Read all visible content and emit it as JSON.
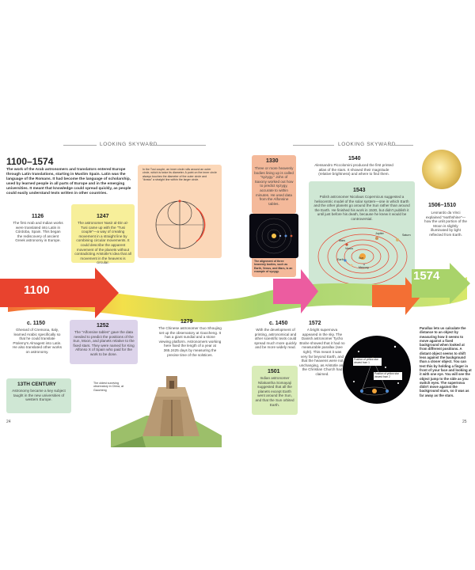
{
  "header": {
    "left": "LOOKING SKYWARD",
    "right": "LOOKING SKYWARD"
  },
  "title": "1100–1574",
  "intro": "The work of the Arab astronomers and translators entered Europe through Latin translations, starting in Muslim Spain. Latin was the language of the Romans. It had become the language of scholarship, used by learned people in all parts of Europe and in the emerging universities. It meant that knowledge could spread quickly, as people could easily understand texts written in other countries.",
  "arrow": {
    "start": "1100",
    "end": "1574"
  },
  "events": {
    "e1126": {
      "year": "1126",
      "text": "The first Arab and Indian works were translated into Latin in Córdoba, Spain. This began the rediscovery of ancient Greek astronomy in Europe."
    },
    "e1247": {
      "year": "1247",
      "text": "The astronomer Nasir al-Din al-Tusi came up with the \"Tusi couple\"—a way of creating movement in a straight line by combining circular movements. It could describe the apparent movement of the planets without contradicting Aristotle's idea that all movement in the heavens is circular."
    },
    "tusi_caption": "In the Tusi couple, an inner circle rolls around an outer circle, which is twice its diameter. A point on the inner circle always touches the diameter of the outer circle and \"draws\" a straight line within the larger circle.",
    "e1330": {
      "year": "1330",
      "text": "Three or more heavenly bodies lining up is called \"syzygy.\" John of Saxony worked out how to predict syzygy, accurate to within minutes. He used data from the Alfonsine tables."
    },
    "syzygy_caption": "The alignment of three heavenly bodies, such as Earth, Venus, and Mars, is an example of syzygy.",
    "e1540": {
      "year": "1540",
      "text": "Alessandro Piccolomini produced the first printed atlas of the stars. It showed their magnitude (relative brightness) and where to find them."
    },
    "e1543": {
      "year": "1543",
      "text": "Polish astronomer Nicolaus Copernicus suggested a heliocentric model of the solar system—one in which Earth and the other planets go around the Sun rather than around the Earth. He finished his work in 1530, but didn't publish it until just before his death, because he knew it would be controversial."
    },
    "e1506": {
      "year": "1506–1510",
      "text": "Leonardo da Vinci explained \"earthshine\"—how the unlit portion of the Moon is slightly illuminated by light reflected from Earth."
    },
    "e1150": {
      "year": "c. 1150",
      "text": "Gherard of Cremona, Italy, learned Arabic specifically so that he could translate Ptolemy's Almagest into Latin. He also translated other works on astronomy."
    },
    "e1252": {
      "year": "1252",
      "text": "The \"Alfonsine tables\" gave the data needed to predict the positions of the Sun, Moon, and planets relative to the fixed stars. They were named for King Alfonso X of Spain who paid for the work to be done."
    },
    "e13c": {
      "year": "13TH CENTURY",
      "text": "Astronomy became a key subject taught in the new universities of western Europe."
    },
    "e1279": {
      "year": "1279",
      "text": "The Chinese astronomer Guo Shoujing set up the observatory at Gaocheng. It has a giant sundial and a stone viewing platform. Astronomers working here fixed the length of a year at 365.2425 days by measuring the precise time of the solstices."
    },
    "observatory_caption": "The oldest surviving observatory in China, at Gaocheng",
    "e1450": {
      "year": "c. 1450",
      "text": "With the development of printing, astronomical and other scientific texts could spread much more quickly and be more widely read."
    },
    "e1501": {
      "year": "1501",
      "text": "Indian astronomer Nilakantha Somayaji suggested that all the planets except Earth went around the Sun, and that the Sun orbited Earth."
    },
    "e1572": {
      "year": "1572",
      "text": "A bright supernova appeared in the sky. The Danish astronomer Tycho Brahe showed that it had no measurable parallax (see right). This meant it was very far beyond Earth, and that the heavens were not unchanging, as Aristotle and the Christian Church had claimed."
    },
    "parallax_label1": "Position of yellow star viewed from 1",
    "parallax_label2": "Position of yellow star viewed from 2"
  },
  "parallax_text": "Parallax lets us calculate the distance to an object by measuring how it seems to move against a fixed background when looked at from different positions. A distant object seems to shift less against the background than a closer object. You can test this by holding a finger in front of your face and looking at it with one eye. You will see the object jump to the side as you switch eyes. The supernova didn't move against the background stars, so it was as far away as the stars.",
  "planets": [
    "Mars",
    "Jupiter",
    "Venus",
    "Earth",
    "Saturn",
    "Mercury",
    "Sun"
  ],
  "page_numbers": {
    "left": "24",
    "right": "25"
  },
  "colors": {
    "peach": "#fbd7b8",
    "yellow": "#f7ef9a",
    "lavender": "#dcd3ea",
    "mint": "#cfe7d4",
    "green": "#d9ecb8",
    "salmon": "#f4b99a",
    "pink": "#f9c9d4",
    "arrow_red": "#e8432e",
    "arrow_yellow": "#f3e04a",
    "arrow_green": "#a9d36a",
    "arrow_pink": "#ec5ca0",
    "arrow_orange": "#f36f34"
  }
}
